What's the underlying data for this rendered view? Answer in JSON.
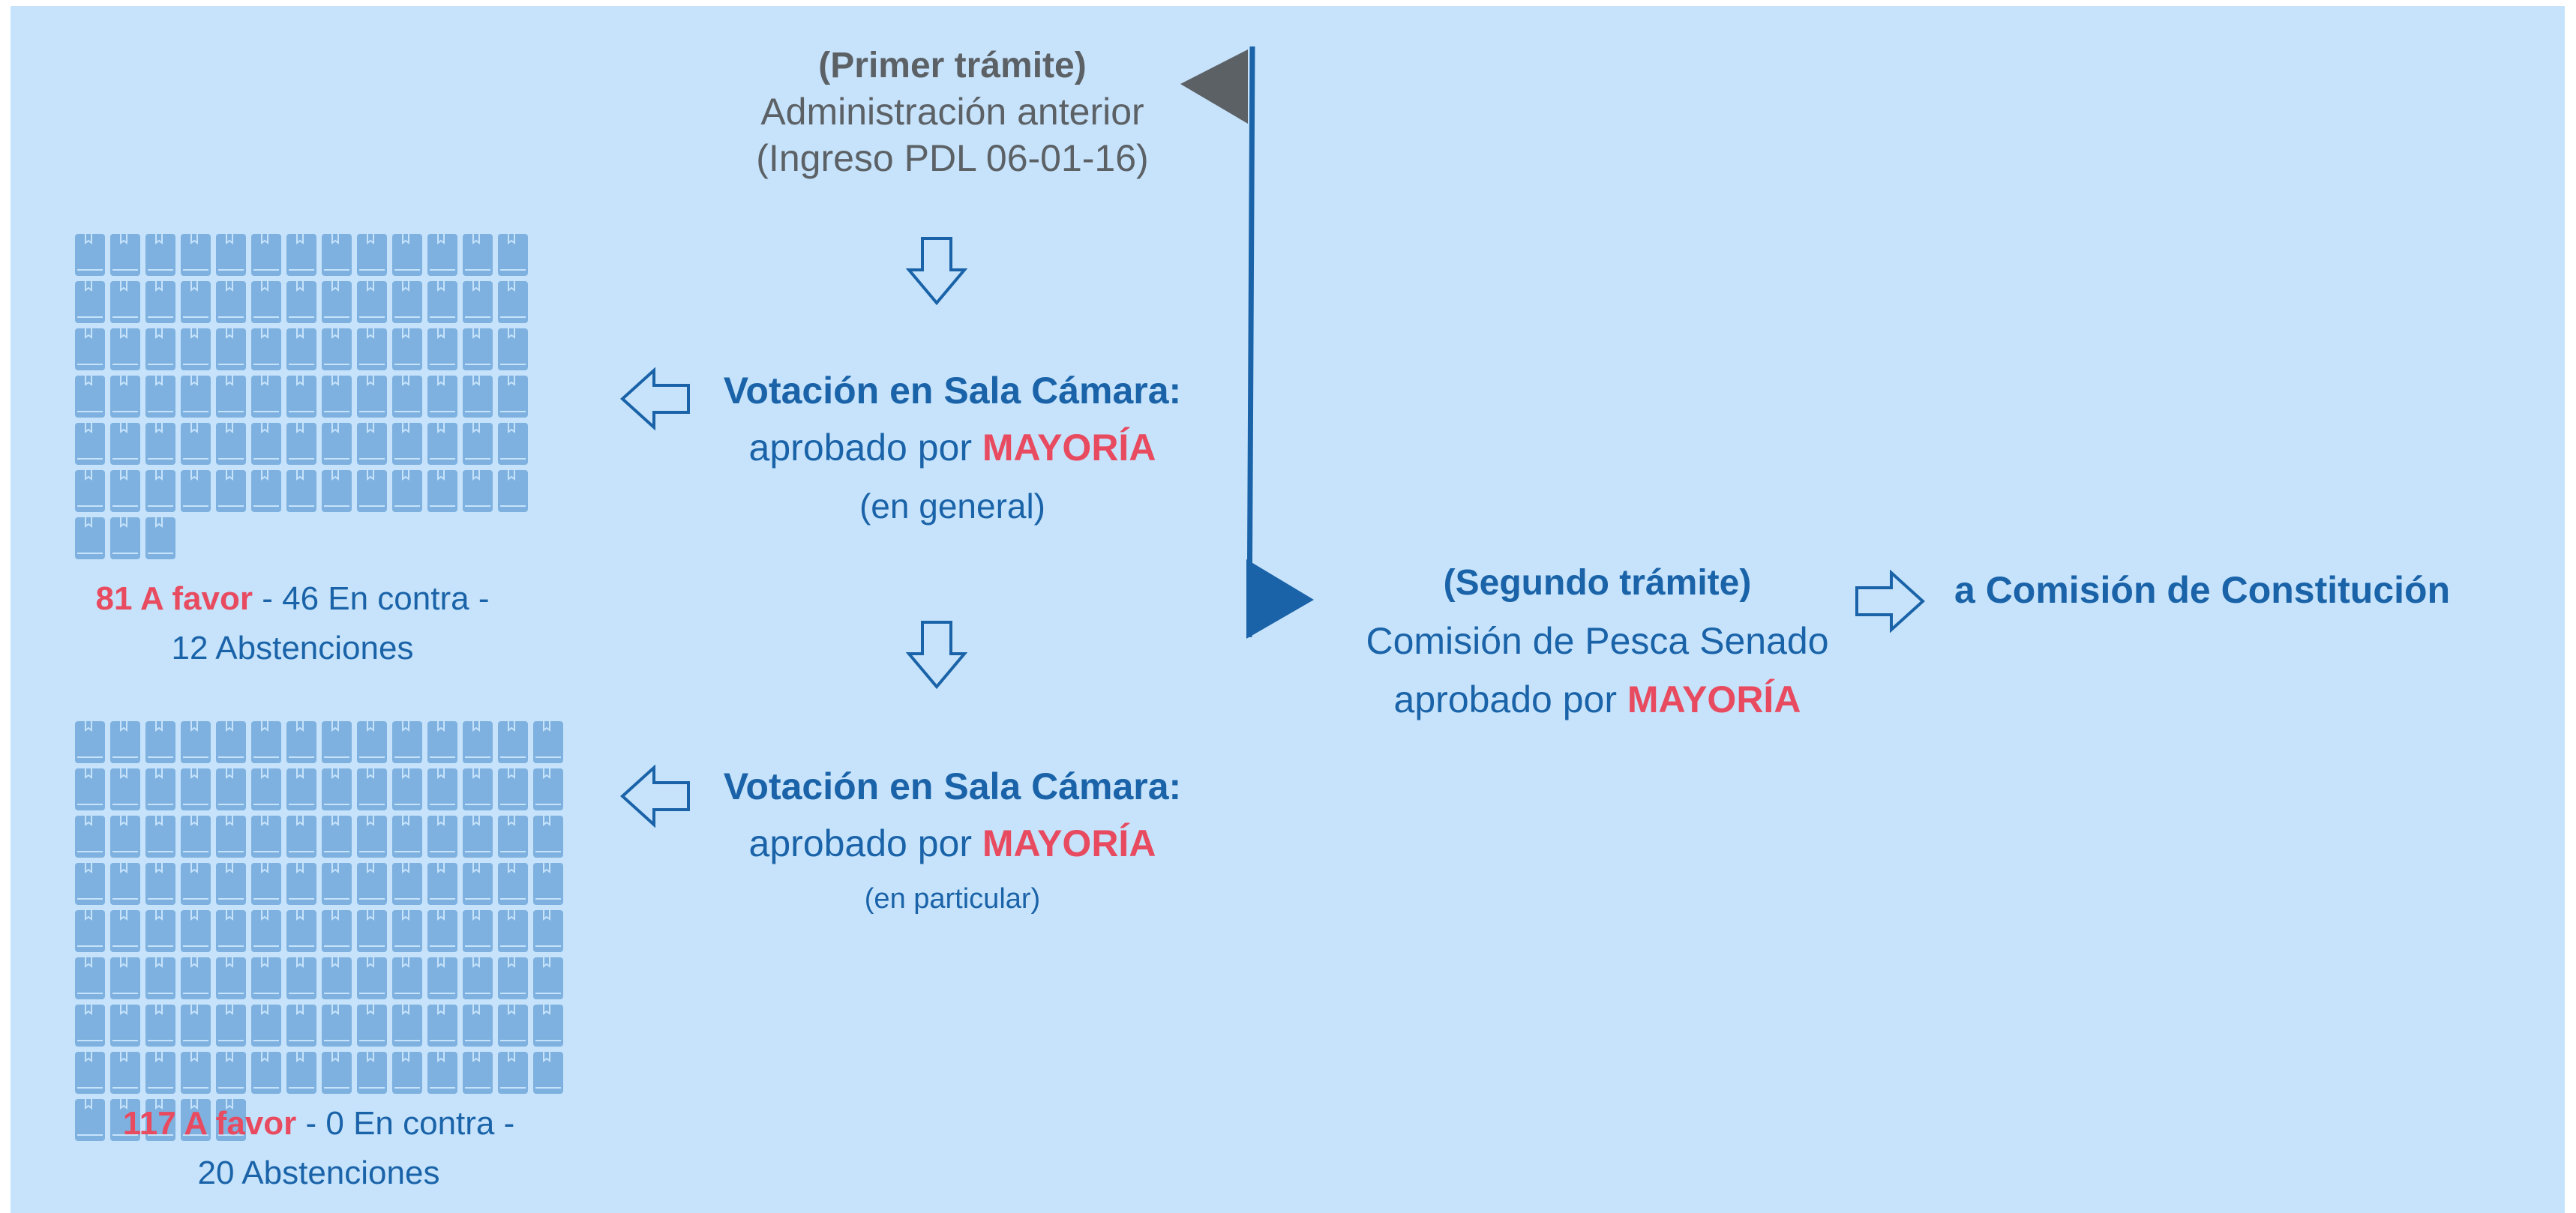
{
  "first_stage": {
    "heading": "(Primer trámite)",
    "line1": "Administración anterior",
    "line2": "(Ingreso PDL 06-01-16)"
  },
  "vote_general": {
    "title": "Votación en Sala Cámara:",
    "approved_prefix": "aprobado por ",
    "approved_word": "MAYORÍA",
    "note": "(en general)",
    "tally_favor": "81 A favor",
    "tally_rest1": " - 46 En contra -",
    "tally_rest2": "12 Abstenciones",
    "books_count": 81
  },
  "vote_particular": {
    "title": "Votación en Sala Cámara:",
    "approved_prefix": "aprobado por ",
    "approved_word": "MAYORÍA",
    "note": "(en particular)",
    "tally_favor": "117 A favor",
    "tally_rest1": " - 0 En contra -",
    "tally_rest2": "20 Abstenciones",
    "books_count": 117
  },
  "second_stage": {
    "heading": "(Segundo trámite)",
    "line1": "Comisión de Pesca Senado",
    "approved_prefix": "aprobado por ",
    "approved_word": "MAYORÍA"
  },
  "next_step": {
    "label": "a Comisión de Constitución"
  },
  "colors": {
    "background": "#c6e3fb",
    "primary_blue": "#1a63a8",
    "accent_red": "#e84b60",
    "gray": "#5c6166",
    "book": "#7eb1df"
  }
}
